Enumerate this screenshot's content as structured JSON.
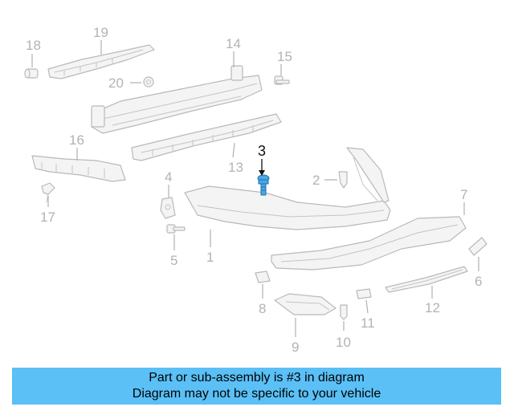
{
  "diagram": {
    "callouts": {
      "c1": "1",
      "c2": "2",
      "c3": "3",
      "c4": "4",
      "c5": "5",
      "c6": "6",
      "c7": "7",
      "c8": "8",
      "c9": "9",
      "c10": "10",
      "c11": "11",
      "c12": "12",
      "c13": "13",
      "c14": "14",
      "c15": "15",
      "c16": "16",
      "c17": "17",
      "c18": "18",
      "c19": "19",
      "c20": "20"
    },
    "highlighted_part": "3",
    "colors": {
      "highlight_part": "#4aa8e8",
      "line_art": "#b9b9b9",
      "callout_text": "#b3b3b3"
    }
  },
  "banner": {
    "line1": "Part or sub-assembly is #3 in diagram",
    "line2": "Diagram may not be specific to your vehicle",
    "background": "#5ac0f6"
  }
}
